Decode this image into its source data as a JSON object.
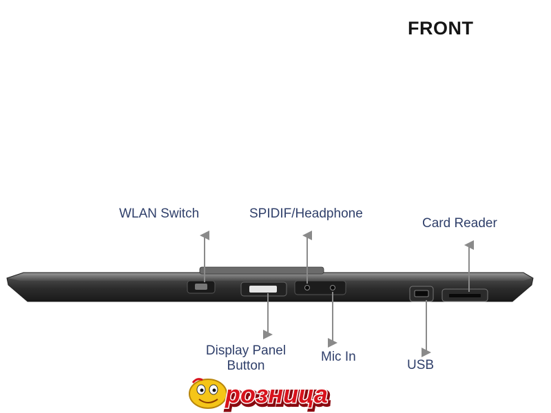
{
  "title": "FRONT",
  "labels": {
    "wlan_switch": "WLAN Switch",
    "spdif_headphone": "SPIDIF/Headphone",
    "card_reader": "Card Reader",
    "display_panel_line1": "Display Panel",
    "display_panel_line2": "Button",
    "mic_in": "Mic In",
    "usb": "USB"
  },
  "logo": {
    "text": "розница",
    "colors": {
      "fill": "#d8121c",
      "outline": "#ffffff",
      "shadow": "#8a0a10",
      "mascot": "#f5c518"
    },
    "icon": "smiley-mascot-icon"
  },
  "colors": {
    "label": "#2f3f6a",
    "arrow": "#8a8a8a",
    "laptop_body": "#3a3a3a",
    "laptop_edge": "#555555"
  }
}
